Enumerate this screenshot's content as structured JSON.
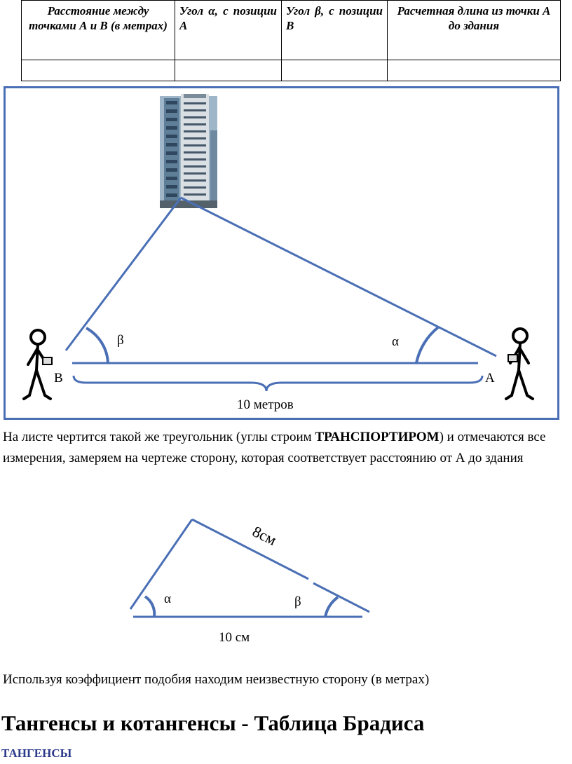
{
  "table": {
    "headers": [
      "Расстояние между точками А и В (в метрах)",
      "Угол α, с позиции А",
      "Угол β, с позиции В",
      "Расчетная длина из точки А до здания"
    ],
    "rows": [
      [
        "",
        "",
        "",
        ""
      ]
    ]
  },
  "scene": {
    "beta": "β",
    "alpha": "α",
    "point_b": "В",
    "point_a": "А",
    "distance": "10 метров"
  },
  "text": {
    "para1_before": "На листе чертится такой же треугольник (углы строим ",
    "para1_bold": "ТРАНСПОРТИРОМ",
    "para1_after": ")  и отмечаются все измерения, замеряем на чертеже сторону, которая соответствует расстоянию от А до здания",
    "para2": "Используя коэффициент подобия находим неизвестную сторону (в метрах)"
  },
  "small_triangle": {
    "alpha": "α",
    "beta": "β",
    "side_label": "8см",
    "base_label": "10 см"
  },
  "heading": "Тангенсы и котангенсы - Таблица Брадиса",
  "subheading": "ТАНГЕНСЫ",
  "colors": {
    "accent": "#4a6fb5",
    "heading_blue": "#2c3a8a"
  }
}
